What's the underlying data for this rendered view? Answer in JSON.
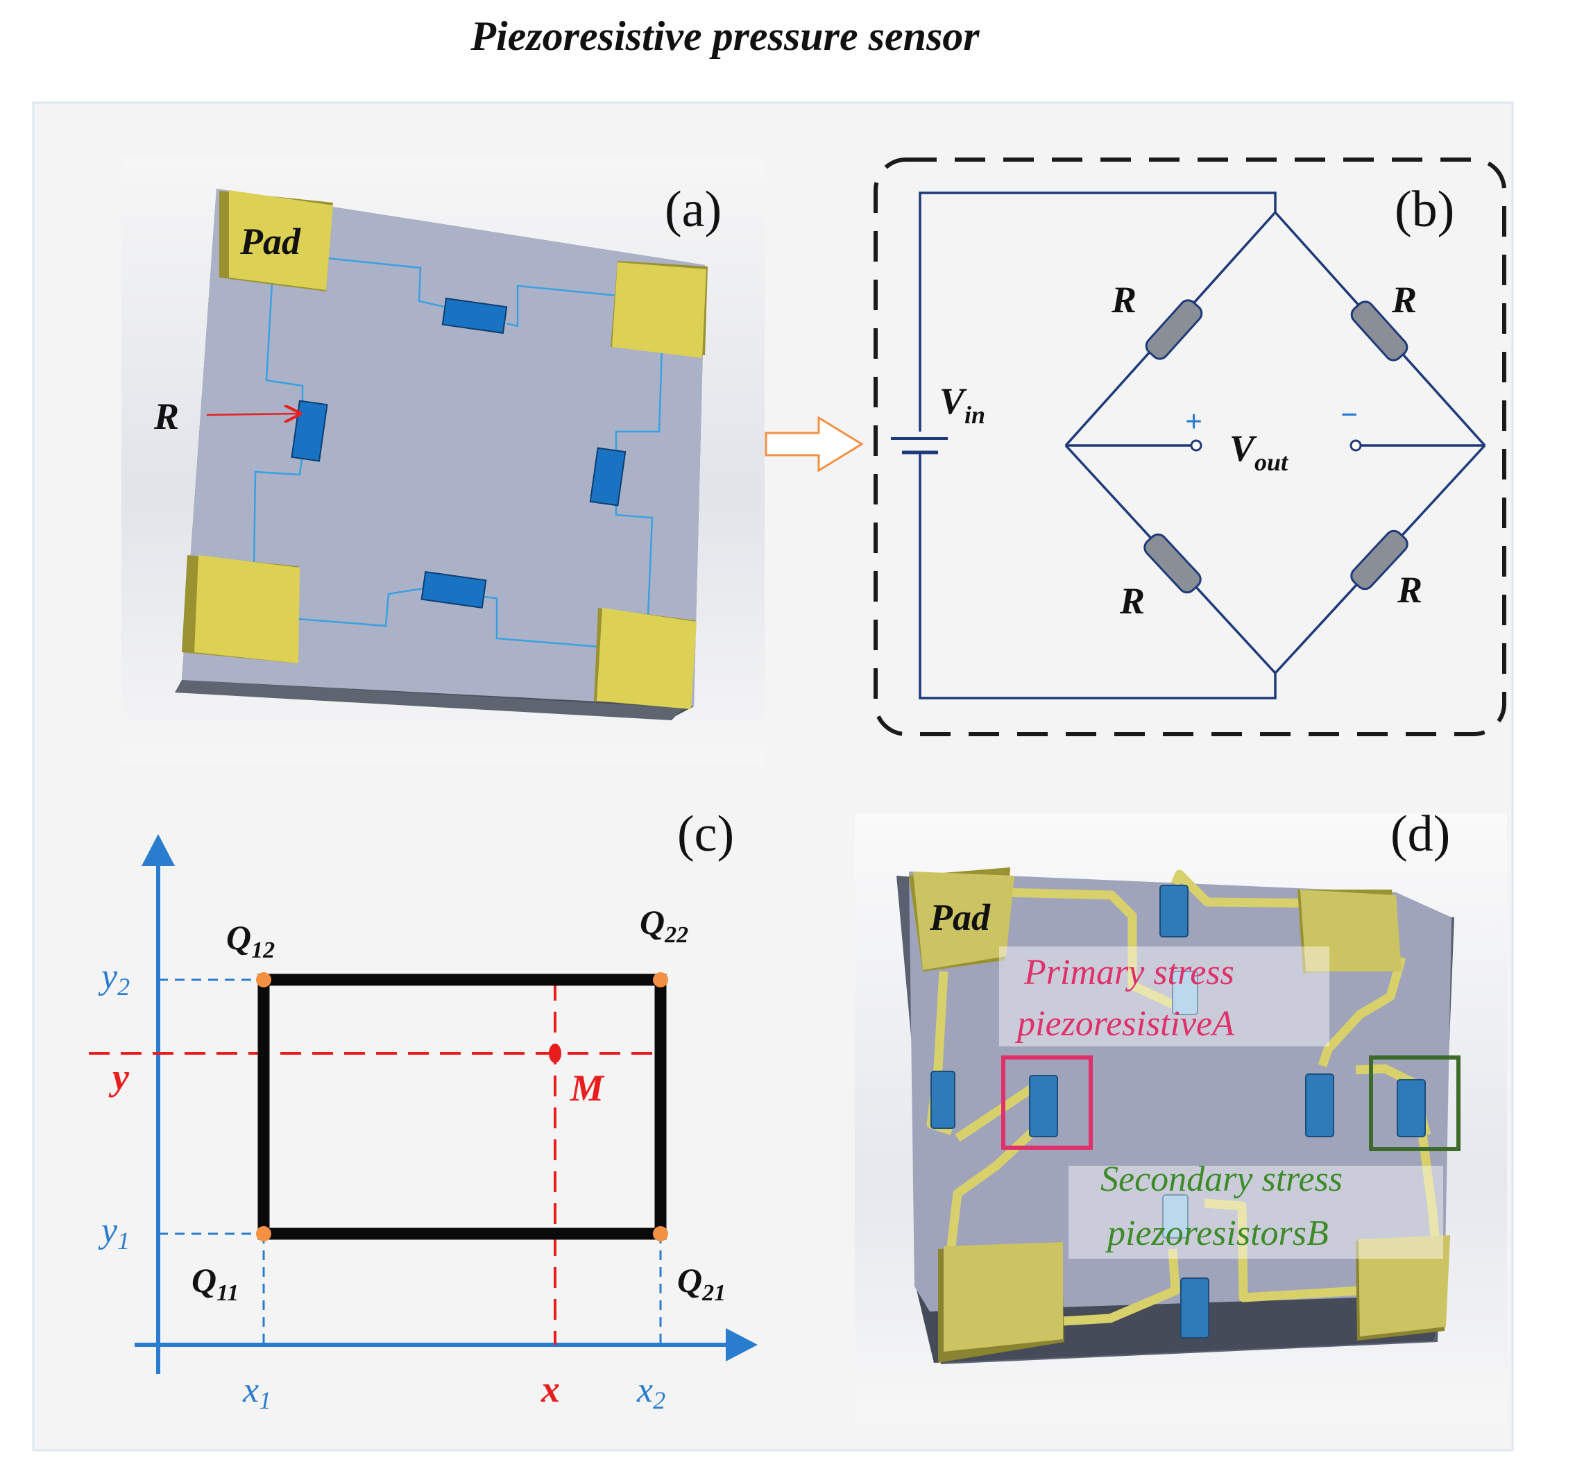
{
  "title": "Piezoresistive pressure sensor",
  "panels": {
    "a": {
      "label": "(a)",
      "pad_label": "Pad",
      "resistor_label": "R"
    },
    "b": {
      "label": "(b)",
      "resistor_labels": [
        "R",
        "R",
        "R",
        "R"
      ],
      "vin_main": "V",
      "vin_sub": "in",
      "vout_main": "V",
      "vout_sub": "out",
      "plus": "+",
      "minus": "−"
    },
    "c": {
      "label": "(c)",
      "q12_main": "Q",
      "q12_sub": "12",
      "q22_main": "Q",
      "q22_sub": "22",
      "q11_main": "Q",
      "q11_sub": "11",
      "q21_main": "Q",
      "q21_sub": "21",
      "y2_main": "y",
      "y2_sub": "2",
      "y_label": "y",
      "y1_main": "y",
      "y1_sub": "1",
      "x1_main": "x",
      "x1_sub": "1",
      "x_label": "x",
      "x2_main": "x",
      "x2_sub": "2",
      "m_label": "M"
    },
    "d": {
      "label": "(d)",
      "pad_label": "Pad",
      "primary_line1": "Primary stress",
      "primary_line2": "piezoresistiveA",
      "secondary_line1": "Secondary stress",
      "secondary_line2": "piezoresistorsB"
    }
  },
  "colors": {
    "pad": "#dcd155",
    "substrate": "#a9b0c6",
    "resistor": "#1a72c2",
    "circuit": "#1e3a78",
    "axis_blue": "#2a7ccf",
    "interp_red": "#e81e1e",
    "corner_orange": "#f39044",
    "primary_magenta": "#e0306a",
    "secondary_green": "#3e8a2a"
  }
}
